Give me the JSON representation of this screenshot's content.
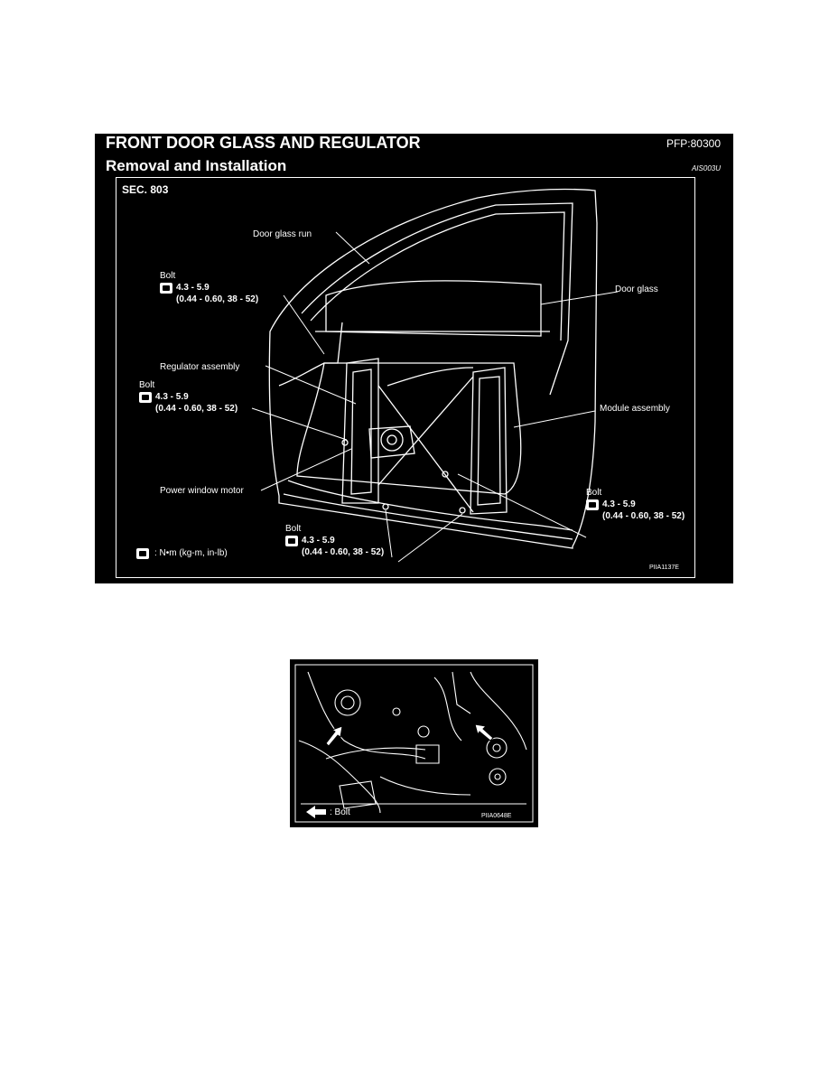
{
  "figure1": {
    "title": "FRONT DOOR GLASS AND REGULATOR",
    "pfp": "PFP:80300",
    "subtitle": "Removal and Installation",
    "ref_code": "AIS003U",
    "section": "SEC. 803",
    "labels": {
      "door_glass_run": "Door glass run",
      "door_glass": "Door glass",
      "regulator_assembly": "Regulator assembly",
      "module_assembly": "Module assembly",
      "power_window_motor": "Power window motor"
    },
    "bolts": [
      {
        "label": "Bolt",
        "torque": "4.3 - 5.9",
        "alt": "(0.44 - 0.60, 38 - 52)"
      },
      {
        "label": "Bolt",
        "torque": "4.3 - 5.9",
        "alt": "(0.44 - 0.60, 38 - 52)"
      },
      {
        "label": "Bolt",
        "torque": "4.3 - 5.9",
        "alt": "(0.44 - 0.60, 38 - 52)"
      },
      {
        "label": "Bolt",
        "torque": "4.3 - 5.9",
        "alt": "(0.44 - 0.60, 38 - 52)"
      }
    ],
    "legend": ": N•m (kg-m, in-lb)",
    "image_code": "PIIA1137E"
  },
  "figure2": {
    "legend": ": Bolt",
    "image_code": "PIIA0648E"
  }
}
